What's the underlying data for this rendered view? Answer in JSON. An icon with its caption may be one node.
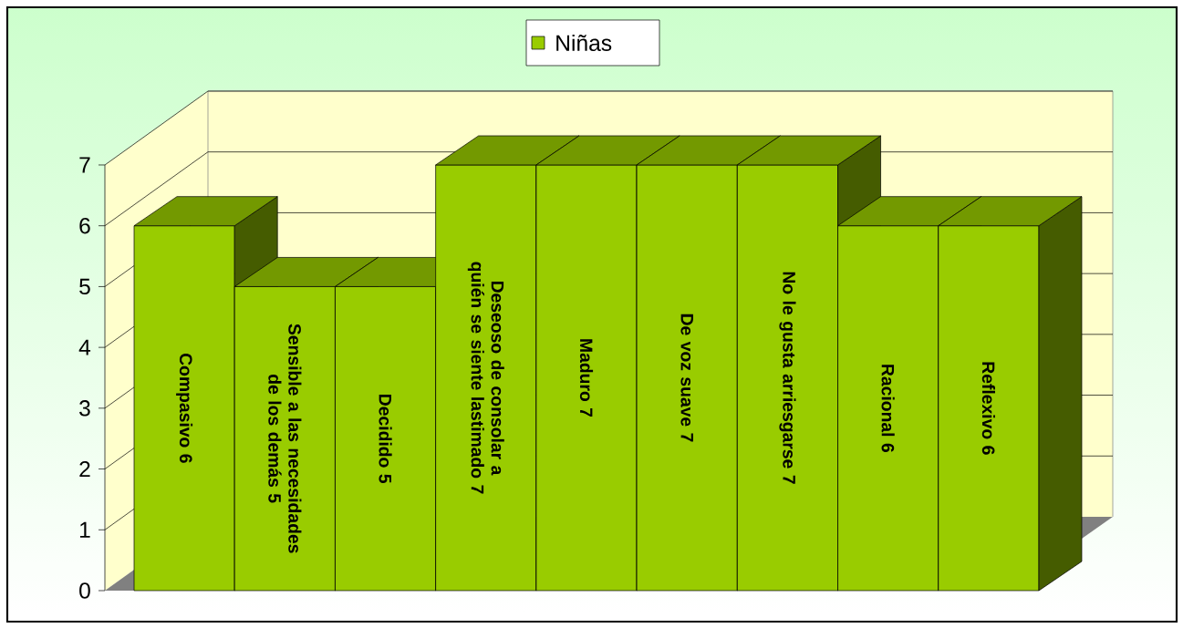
{
  "diagram": {
    "chart_data": {
      "type": "bar",
      "categories": [
        "Compasivo",
        "Sensible a las necesidades de los demás",
        "Decidido",
        "Deseoso de consolar a quién se siente lastimado",
        "Maduro",
        "De voz suave",
        "No le gusta arriesgarse",
        "Racional",
        "Reflexivo"
      ],
      "series": [
        {
          "name": "Niñas",
          "color": "#99cc00",
          "values": [
            6,
            5,
            5,
            7,
            7,
            7,
            7,
            6,
            6
          ]
        }
      ],
      "ylim": [
        0,
        7
      ],
      "yticks": [
        0,
        1,
        2,
        3,
        4,
        5,
        6,
        7
      ],
      "value_labels": [
        "6",
        "5",
        "5",
        "7",
        "7",
        "7",
        "7",
        "6",
        "6"
      ]
    }
  }
}
